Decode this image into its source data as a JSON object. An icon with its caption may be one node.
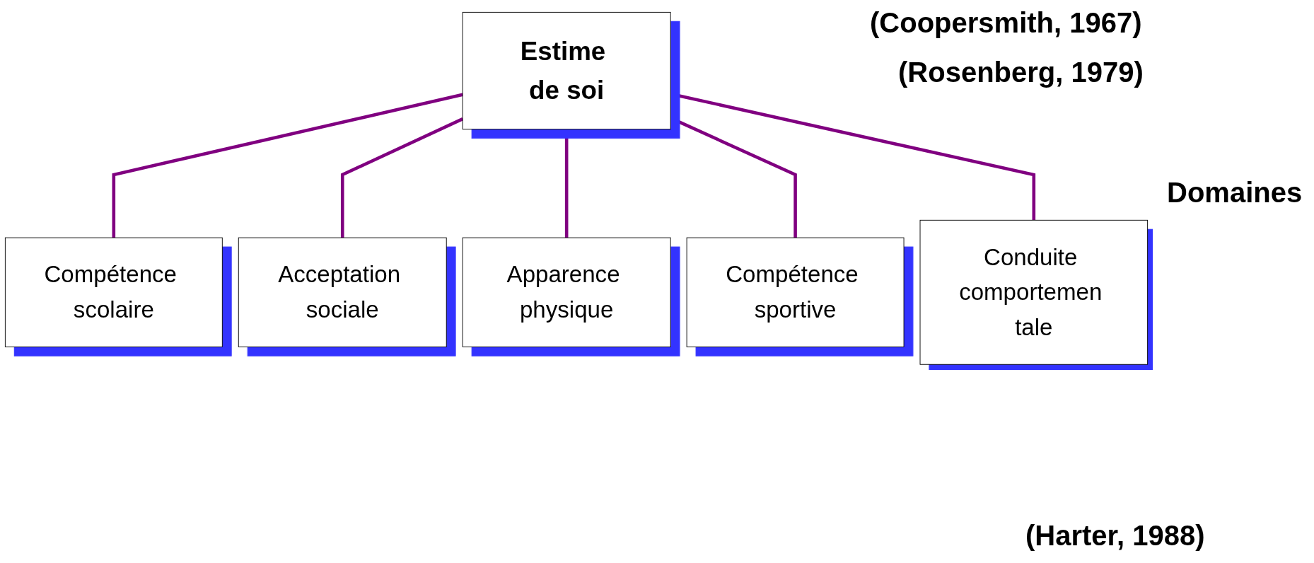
{
  "diagram": {
    "nodes": [
      {
        "text": [
          "Estime de soi"
        ]
      },
      {
        "text": [
          "Compétence scolaire"
        ]
      },
      {
        "text": [
          "Acceptation sociale"
        ]
      },
      {
        "text": [
          "Apparence physique"
        ]
      },
      {
        "text": [
          "Compétence sportive"
        ]
      },
      {
        "text": [
          "Conduite comportemen tale"
        ]
      }
    ],
    "edges": [
      {
        "from": 0,
        "to": 1,
        "arrow": "none"
      },
      {
        "from": 0,
        "to": 2,
        "arrow": "none"
      },
      {
        "from": 0,
        "to": 3,
        "arrow": "none"
      },
      {
        "from": 0,
        "to": 4,
        "arrow": "none"
      },
      {
        "from": 0,
        "to": 5,
        "arrow": "none"
      }
    ],
    "labels": [
      "(Coopersmith, 1967)",
      "(Rosenberg, 1979)",
      "Domaines",
      "(Harter, 1988)"
    ]
  }
}
